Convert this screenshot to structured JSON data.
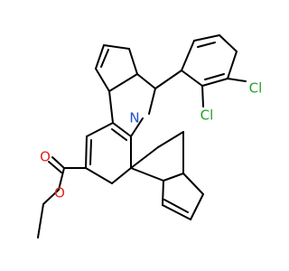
{
  "atoms": {
    "oxygen_carbonyl": {
      "text": "O",
      "color": "#e1251b"
    },
    "oxygen_ester": {
      "text": "O",
      "color": "#e1251b"
    },
    "nitrogen": {
      "text": "N",
      "color": "#1f4fd1"
    },
    "chlorine_ortho": {
      "text": "Cl",
      "color": "#25a025"
    },
    "chlorine_meta": {
      "text": "Cl",
      "color": "#25a025"
    }
  }
}
